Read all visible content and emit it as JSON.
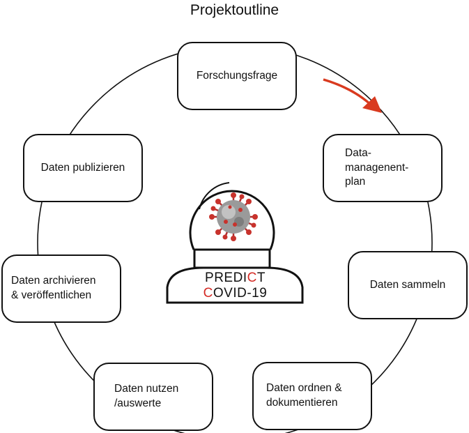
{
  "title": "Projektoutline",
  "steps": {
    "forschungsfrage": "Forschungsfrage",
    "datamanagement": "Data-\nmanagenent-\nplan",
    "sammeln": "Daten sammeln",
    "ordnen": "Daten ordnen &\ndokumentieren",
    "nutzen": "Daten nutzen\n/auswerte",
    "archivieren": "Daten archivieren\n& veröffentlichen",
    "publizieren": "Daten publizieren"
  },
  "logo": {
    "line1_a": "PREDI",
    "line1_b": "C",
    "line1_c": "T",
    "line2_a": "C",
    "line2_b": "OVID-19",
    "accent_color": "#d42a24"
  },
  "arrow_color": "#d93a1f",
  "virus_icon": "coronavirus-icon"
}
